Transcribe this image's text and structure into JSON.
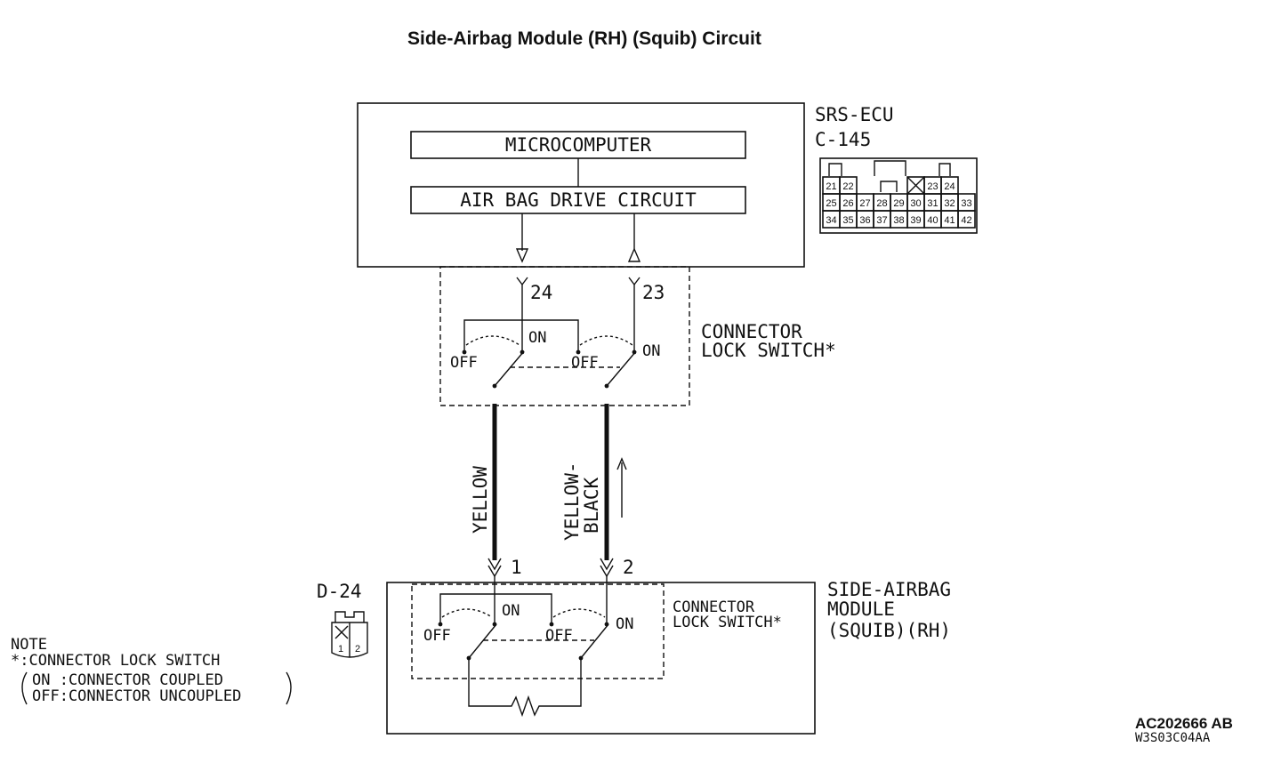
{
  "title": "Side-Airbag Module (RH) (Squib) Circuit",
  "ecu": {
    "name": "SRS-ECU",
    "connector": "C-145",
    "microcomputer": "MICROCOMPUTER",
    "drive_circuit": "AIR BAG DRIVE CIRCUIT",
    "pins": {
      "left": "24",
      "right": "23"
    }
  },
  "connector_lock_switch": {
    "upper_label_line1": "CONNECTOR",
    "upper_label_line2": "LOCK SWITCH*",
    "lower_label_line1": "CONNECTOR",
    "lower_label_line2": "LOCK SWITCH*",
    "on": "ON",
    "off": "OFF"
  },
  "wires": {
    "left": "YELLOW",
    "right_line1": "YELLOW-",
    "right_line2": "BLACK"
  },
  "module": {
    "connector": "D-24",
    "name_line1": "SIDE-AIRBAG",
    "name_line2": "MODULE",
    "name_line3": "(SQUIB)(RH)",
    "pins": {
      "left": "1",
      "right": "2"
    },
    "connector_pins": [
      "1",
      "2"
    ]
  },
  "ecu_connector_rows": [
    [
      "21",
      "22",
      "",
      "",
      "",
      "",
      "23",
      "24"
    ],
    [
      "25",
      "26",
      "27",
      "28",
      "29",
      "30",
      "31",
      "32",
      "33"
    ],
    [
      "34",
      "35",
      "36",
      "37",
      "38",
      "39",
      "40",
      "41",
      "42"
    ]
  ],
  "note": {
    "heading": "NOTE",
    "line1": "*:CONNECTOR LOCK SWITCH",
    "line2": "ON :CONNECTOR COUPLED",
    "line3": "OFF:CONNECTOR UNCOUPLED"
  },
  "footer": {
    "code": "AC202666 AB",
    "sub_code": "W3S03C04AA"
  }
}
